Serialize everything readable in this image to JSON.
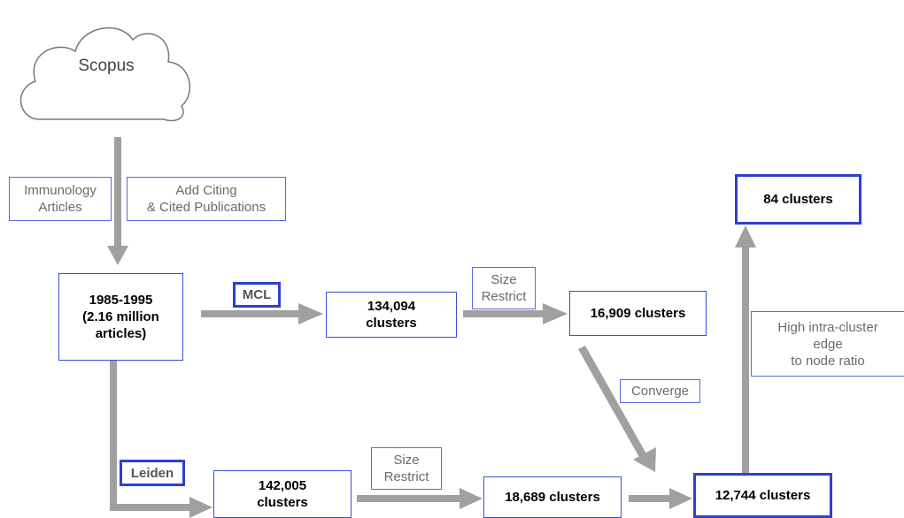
{
  "source": {
    "label": "Scopus"
  },
  "labels": {
    "immunology": "Immunology\nArticles",
    "citing": "Add Citing\n& Cited Publications",
    "mcl": "MCL",
    "leiden": "Leiden",
    "size_restrict_top": "Size\nRestrict",
    "size_restrict_bottom": "Size\nRestrict",
    "converge": "Converge",
    "high_ratio": "High intra-cluster\nedge\nto node ratio"
  },
  "nodes": {
    "start": "1985-1995\n(2.16 million\narticles)",
    "mcl_clusters": "134,094\nclusters",
    "mcl_restricted": "16,909 clusters",
    "leiden_clusters": "142,005\nclusters",
    "leiden_restricted": "18,689 clusters",
    "converged": "12,744 clusters",
    "final": "84 clusters"
  },
  "colors": {
    "arrow": "#a0a0a0",
    "box_border": "#3b4fd0",
    "label_text": "#6b6b6b"
  }
}
